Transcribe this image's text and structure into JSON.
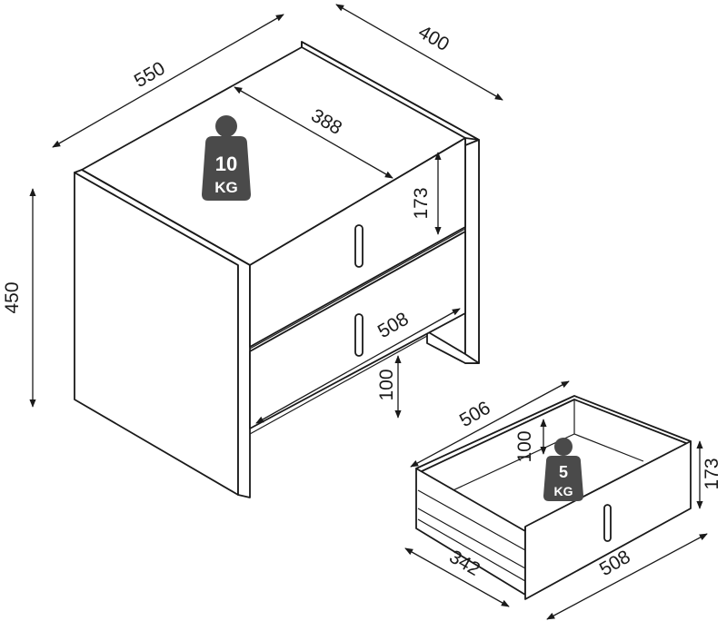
{
  "dimensions": {
    "width": "550",
    "depth": "400",
    "height": "450",
    "inner_width": "388",
    "drawer_height_top": "173",
    "drawer_front_width": "508",
    "leg_clearance": "100",
    "drawer_width": "506",
    "drawer_inner_height": "100",
    "drawer_height": "173",
    "drawer_depth": "342",
    "drawer_front": "508"
  },
  "loads": {
    "top": {
      "value": "10",
      "unit": "KG"
    },
    "drawer": {
      "value": "5",
      "unit": "KG"
    }
  },
  "colors": {
    "line": "#1a1a1a",
    "weight_badge": "#4a4a4a",
    "background": "#ffffff"
  }
}
